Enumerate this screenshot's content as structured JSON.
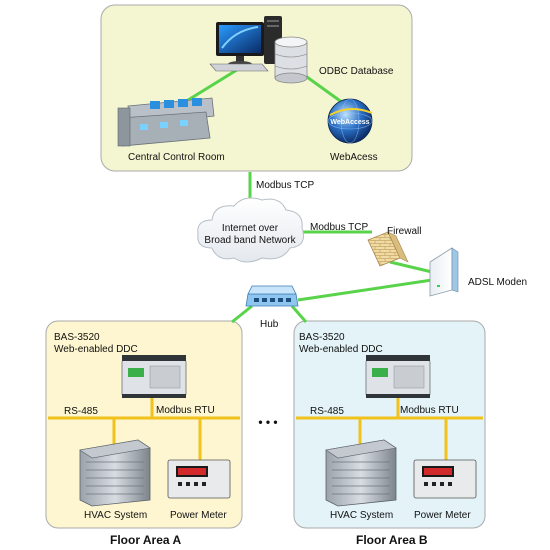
{
  "colors": {
    "link_green": "#59d34a",
    "bus_yellow": "#f1c21b",
    "center_panel_fill": "#f4f6d2",
    "area_a_fill": "#fdf6d0",
    "area_b_fill": "#e3f3f8",
    "panel_border": "#aaaaaa"
  },
  "control_center": {
    "workstation_label": "",
    "database_label": "ODBC Database",
    "control_room_label": "Central Control Room",
    "webaccess_label": "WebAcess",
    "webaccess_logo_text": "WebAccess"
  },
  "network": {
    "modbus_tcp_upper": "Modbus TCP",
    "internet_line1": "Internet over",
    "internet_line2": "Broad band Network",
    "modbus_tcp_lower": "Modbus TCP",
    "firewall_label": "Firewall",
    "modem_label": "ADSL Moden",
    "hub_label": "Hub",
    "ellipsis": "• • •"
  },
  "floor_areas": [
    {
      "ddc_line1": "BAS-3520",
      "ddc_line2": "Web-enabled DDC",
      "rs485_label": "RS-485",
      "modbus_rtu_label": "Modbus RTU",
      "hvac_label": "HVAC System",
      "meter_label": "Power Meter",
      "title": "Floor Area A"
    },
    {
      "ddc_line1": "BAS-3520",
      "ddc_line2": "Web-enabled DDC",
      "rs485_label": "RS-485",
      "modbus_rtu_label": "Modbus RTU",
      "hvac_label": "HVAC System",
      "meter_label": "Power Meter",
      "title": "Floor Area B"
    }
  ]
}
